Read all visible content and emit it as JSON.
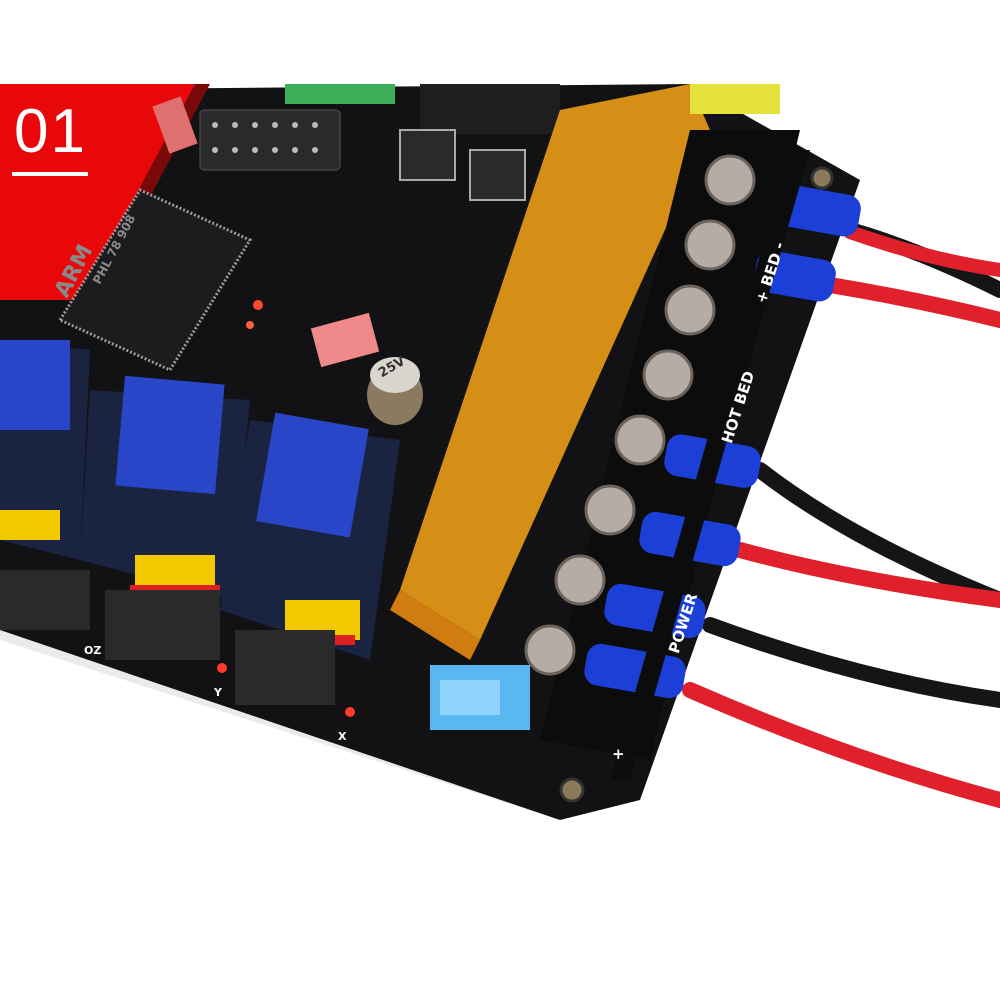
{
  "badge": {
    "number": "01",
    "color": "#e8080a"
  },
  "board": {
    "chip_label": "ARM",
    "chip_sub": "PHL 78 908",
    "capacitor_label": "25V",
    "terminal_labels": {
      "hot_bed": "HOT BED",
      "bed": "+ BED -",
      "power": "POWER",
      "power_sign": "+"
    },
    "axis_labels": [
      "OZ",
      "Y",
      "X"
    ],
    "colors": {
      "pcb": "#121214",
      "heatsink": "#2a46c8",
      "terminal_cover": "#f0a018",
      "wire_red": "#e0202a",
      "wire_black": "#151515",
      "crimp_blue": "#1c3fd8",
      "fuse_yellow": "#e6e23c",
      "fuse_blue": "#5ab8f0"
    }
  }
}
